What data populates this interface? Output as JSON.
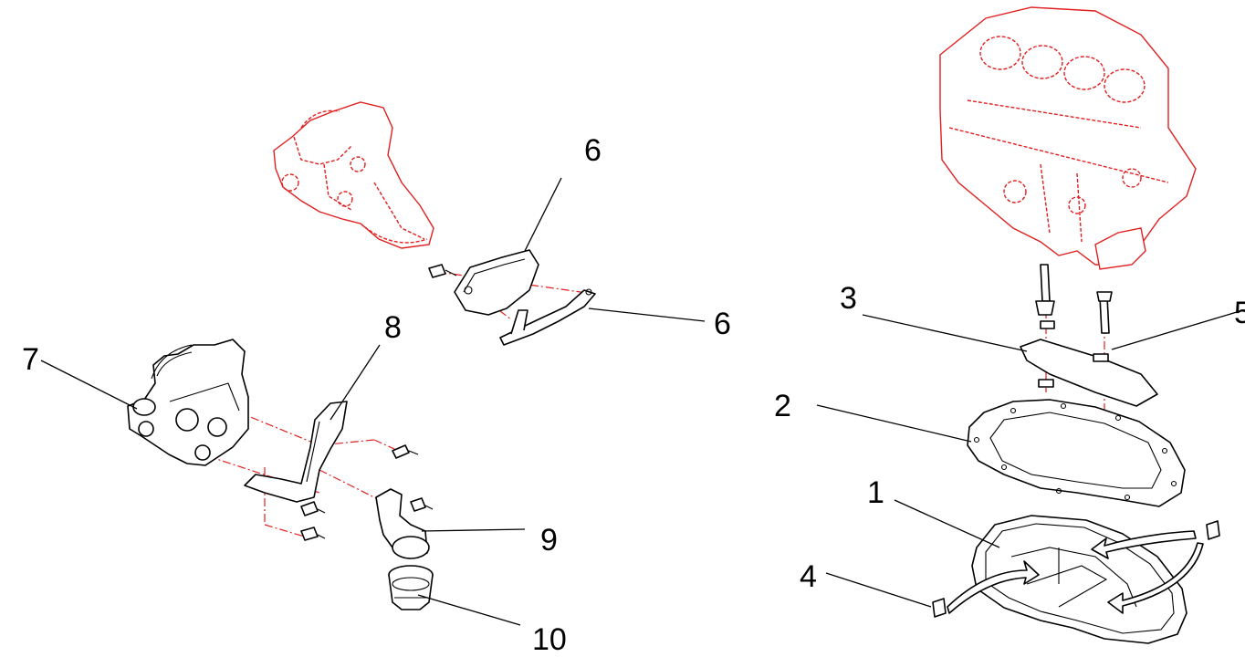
{
  "diagram": {
    "callouts": [
      "1",
      "2",
      "3",
      "4",
      "5",
      "6",
      "6",
      "7",
      "8",
      "9",
      "10"
    ]
  },
  "colors": {
    "reference_outline": "#e02020",
    "part_outline": "#000000",
    "background": "#ffffff"
  }
}
